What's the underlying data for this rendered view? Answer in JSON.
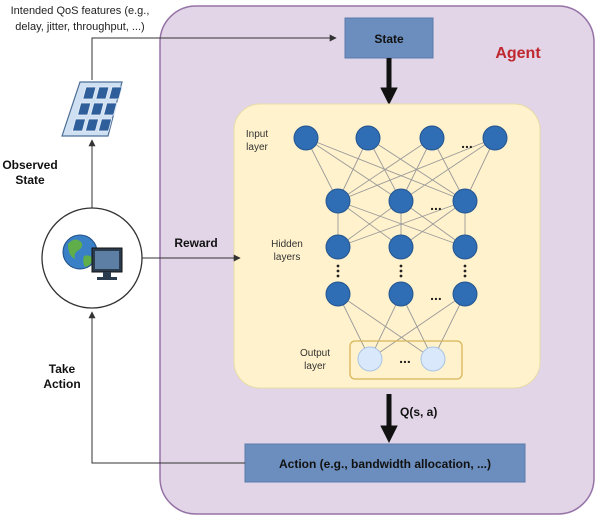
{
  "features_text": {
    "line1": "Intended QoS features (e.g.,",
    "line2": "delay, jitter, throughput, ...)"
  },
  "agent_label": "Agent",
  "state_label": "State",
  "observed_state": {
    "line1": "Observed",
    "line2": "State"
  },
  "reward_label": "Reward",
  "take_action": {
    "line1": "Take",
    "line2": "Action"
  },
  "q_label": "Q(s, a)",
  "action_label": "Action (e.g., bandwidth allocation, ...)",
  "network": {
    "input_label": {
      "line1": "Input",
      "line2": "layer"
    },
    "hidden_label": {
      "line1": "Hidden",
      "line2": "layers"
    },
    "output_label": {
      "line1": "Output",
      "line2": "layer"
    },
    "ellipsis": "..."
  },
  "colors": {
    "agent_bg": "#e1d5e7",
    "agent_border": "#9673a6",
    "network_bg": "#fff2cc",
    "box_fill": "#6c8ebf",
    "node_fill": "#2f6db5",
    "output_node": "#dae8fc",
    "output_border": "#d6b656",
    "agent_text": "#c0282f"
  }
}
